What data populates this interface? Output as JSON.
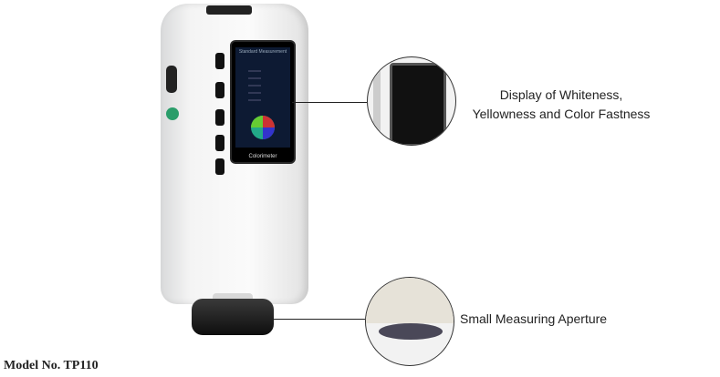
{
  "device": {
    "screen_title": "Standard Measurement",
    "brand": "Colorimeter"
  },
  "callouts": [
    {
      "label_line1": "Display of Whiteness,",
      "label_line2": "Yellowness and Color Fastness"
    },
    {
      "label": "Small Measuring Aperture"
    }
  ],
  "footer": {
    "model": "Model No. TP110"
  }
}
